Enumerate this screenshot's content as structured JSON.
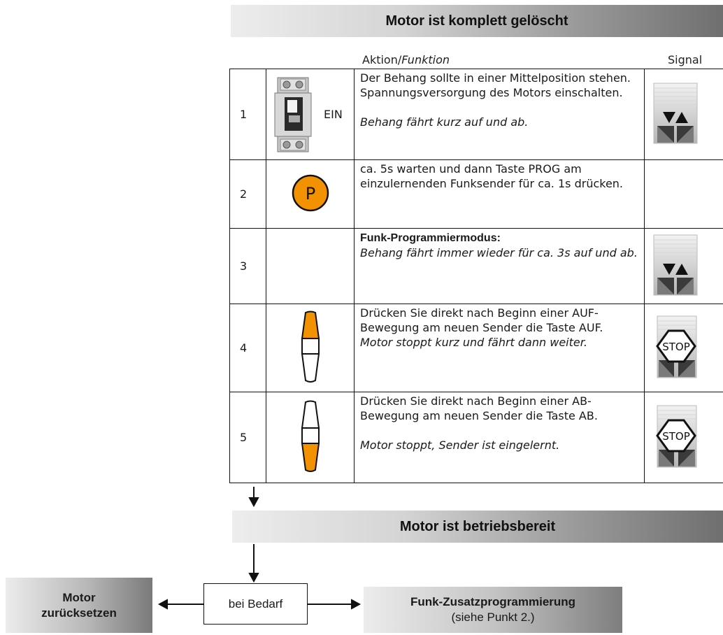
{
  "banner_top": "Motor ist komplett gelöscht",
  "header": {
    "action_part1": "Aktion/",
    "action_part2": "Funktion",
    "signal": "Signal"
  },
  "steps": [
    {
      "num": "1",
      "icon": "circuit-breaker-icon",
      "icon_label": "EIN",
      "line1": "Der Behang sollte in einer Mittelposition stehen. Spannungsversorgung des Motors einschalten.",
      "line2": "Behang fährt kurz auf und ab.",
      "signal": "blind-up-down-signal-icon"
    },
    {
      "num": "2",
      "icon": "prog-button-icon",
      "icon_label": "P",
      "line1": "ca. 5s warten und dann Taste PROG am einzulernenden Funksender für ca. 1s drücken.",
      "signal": ""
    },
    {
      "num": "3",
      "icon": "",
      "title": "Funk-Programmiermodus:",
      "line2": "Behang fährt immer wieder für ca. 3s auf und ab.",
      "signal": "blind-up-down-signal-icon"
    },
    {
      "num": "4",
      "icon": "remote-up-key-icon",
      "line1": "Drücken Sie direkt nach Beginn einer AUF-Bewegung am neuen Sender die Taste AUF.",
      "line2": "Motor stoppt kurz und fährt dann weiter.",
      "signal": "stop-signal-icon",
      "signal_text": "STOP"
    },
    {
      "num": "5",
      "icon": "remote-down-key-icon",
      "line1": "Drücken Sie direkt nach Beginn einer AB-Bewegung am neuen Sender die Taste AB.",
      "line2": "Motor stoppt, Sender ist eingelernt.",
      "signal": "stop-signal-icon",
      "signal_text": "STOP"
    }
  ],
  "banner_mid": "Motor ist betriebsbereit",
  "flow": {
    "reset_line1": "Motor",
    "reset_line2": "zurücksetzen",
    "bedarf": "bei Bedarf",
    "funk_title": "Funk-Zusatzprogrammierung",
    "funk_sub": "(siehe Punkt 2.)"
  },
  "colors": {
    "accent_orange": "#f39200",
    "outline": "#111111"
  }
}
